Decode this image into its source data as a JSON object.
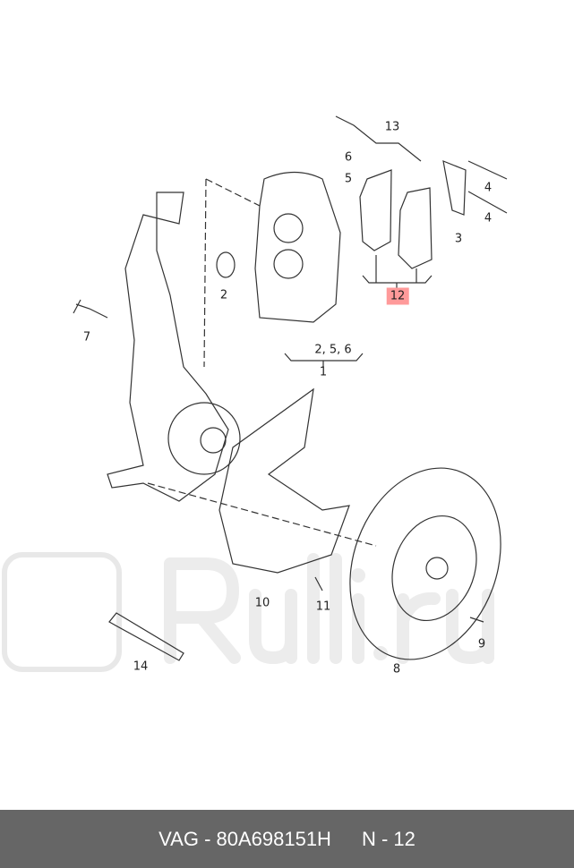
{
  "diagram": {
    "labels": {
      "l13": "13",
      "l6": "6",
      "l5": "5",
      "l4a": "4",
      "l4b": "4",
      "l3": "3",
      "l12": "12",
      "l2": "2",
      "l7": "7",
      "l256": "2, 5, 6",
      "l1": "1",
      "l10": "10",
      "l11": "11",
      "l9": "9",
      "l8": "8",
      "l14": "14"
    },
    "highlight_label": "12",
    "highlight_color": "#ff9a9a"
  },
  "watermark": {
    "text": "Rulli.ru",
    "color": "#e6e6e6"
  },
  "footer": {
    "part": "VAG - 80A698151H",
    "position": "N - 12",
    "background": "#666666"
  }
}
